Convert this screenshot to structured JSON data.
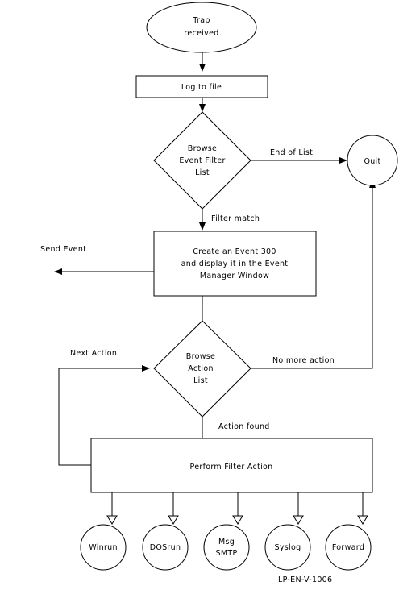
{
  "nodes": {
    "trap_received": [
      "Trap",
      "received"
    ],
    "log_to_file": [
      "Log to file"
    ],
    "browse_event_filter": [
      "Browse",
      "Event Filter",
      "List"
    ],
    "quit": [
      "Quit"
    ],
    "create_event": [
      "Create an Event 300",
      "and display it in the Event",
      "Manager Window"
    ],
    "browse_action": [
      "Browse",
      "Action",
      "List"
    ],
    "perform_filter_action": [
      "Perform Filter Action"
    ],
    "winrun": [
      "Winrun"
    ],
    "dosrun": [
      "DOSrun"
    ],
    "msg_smtp": [
      "Msg",
      "SMTP"
    ],
    "syslog": [
      "Syslog"
    ],
    "forward": [
      "Forward"
    ]
  },
  "edge_labels": {
    "end_of_list": "End of List",
    "filter_match": "Filter match",
    "send_event": "Send Event",
    "next_action": "Next Action",
    "no_more_action": "No more action",
    "action_found": "Action found"
  },
  "figure_id": "LP-EN-V-1006"
}
